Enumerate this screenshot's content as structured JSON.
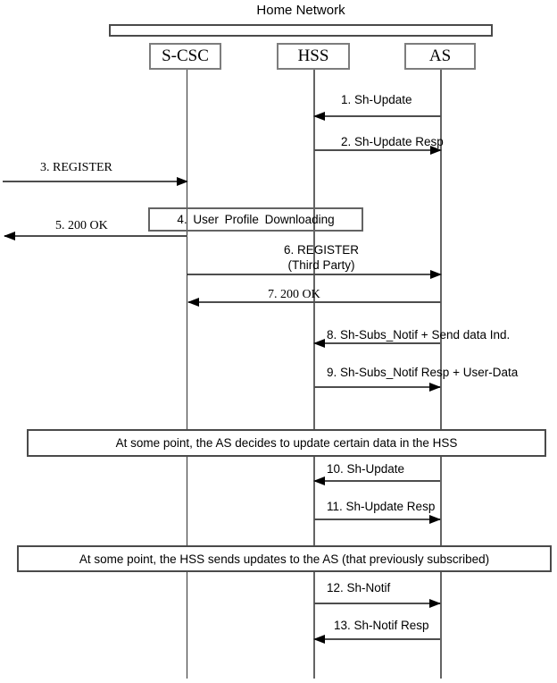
{
  "diagram": {
    "title": "Home Network",
    "entities": {
      "scsc": "S-CSC",
      "hss": "HSS",
      "as": "AS"
    },
    "messages": {
      "m1": "1. Sh-Update",
      "m2": "2. Sh-Update Resp",
      "m3": "3. REGISTER",
      "m5": "5. 200 OK",
      "m6": "6. REGISTER",
      "m6_sub": "(Third Party)",
      "m7": "7. 200 OK",
      "m8": "8. Sh-Subs_Notif + Send data Ind.",
      "m9": "9. Sh-Subs_Notif Resp + User-Data",
      "m10": "10. Sh-Update",
      "m11": "11. Sh-Update Resp",
      "m12": "12. Sh-Notif",
      "m13": "13. Sh-Notif Resp"
    },
    "process": "4. User Profile Downloading",
    "notes": {
      "n1": "At some point, the AS decides to update certain data in the HSS",
      "n2": "At some point, the HSS sends updates to the AS (that previously subscribed)"
    }
  }
}
